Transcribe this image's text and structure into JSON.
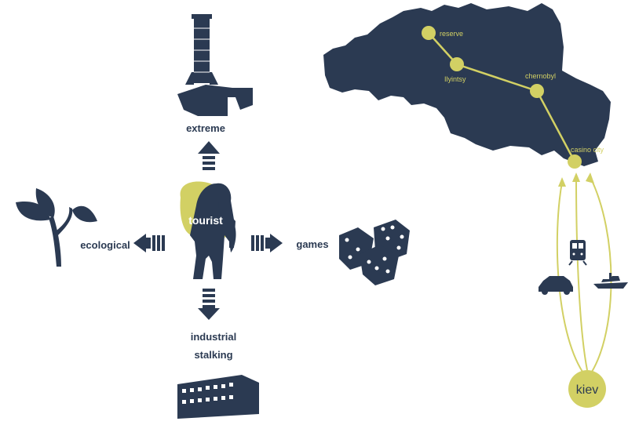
{
  "center": {
    "label": "tourist"
  },
  "branches": {
    "top": {
      "label": "extreme"
    },
    "left": {
      "label": "ecological"
    },
    "right": {
      "label": "games"
    },
    "bottom": {
      "label_line1": "industrial",
      "label_line2": "stalking"
    }
  },
  "map": {
    "stops": {
      "reserve": "reserve",
      "ilyintsy": "Ilyintsy",
      "chernobyl": "chernobyl",
      "casino_city": "casino city"
    },
    "origin": "kiev"
  },
  "transport_icons": [
    "car-icon",
    "train-icon",
    "ship-icon"
  ],
  "colors": {
    "navy": "#2b3a52",
    "accent": "#d2d064"
  }
}
